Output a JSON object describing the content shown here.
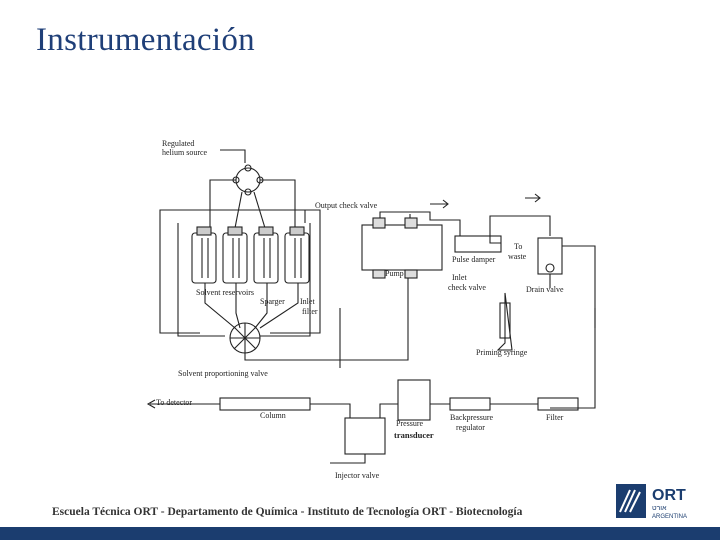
{
  "slide": {
    "title": "Instrumentación",
    "footer": "Escuela Técnica ORT - Departamento de Química - Instituto de Tecnología ORT - Biotecnología"
  },
  "diagram": {
    "labels": {
      "regulated_helium": "Regulated",
      "helium_source": "helium source",
      "output_check_valve": "Output check valve",
      "pulse_damper": "Pulse damper",
      "to": "To",
      "waste": "waste",
      "drain_valve": "Drain valve",
      "pump": "Pump",
      "inlet": "Inlet",
      "check_valve": "check valve",
      "solvent_reservoirs": "Solvent reservoirs",
      "sparger": "Sparger",
      "inlet_filter_1": "Inlet",
      "inlet_filter_2": "filter",
      "priming_syringe": "Priming syringe",
      "solvent_proportioning_valve": "Solvent proportioning valve",
      "to_detector": "To detector",
      "column": "Column",
      "pressure": "Pressure",
      "transducer": "transducer",
      "backpressure": "Backpressure",
      "regulator": "regulator",
      "filter": "Filter",
      "injector_valve": "Injector valve"
    }
  },
  "logo": {
    "name": "ORT",
    "sub": "ARGENTINA",
    "hebrew": "אורט",
    "brand_color": "#1b3d6f"
  }
}
